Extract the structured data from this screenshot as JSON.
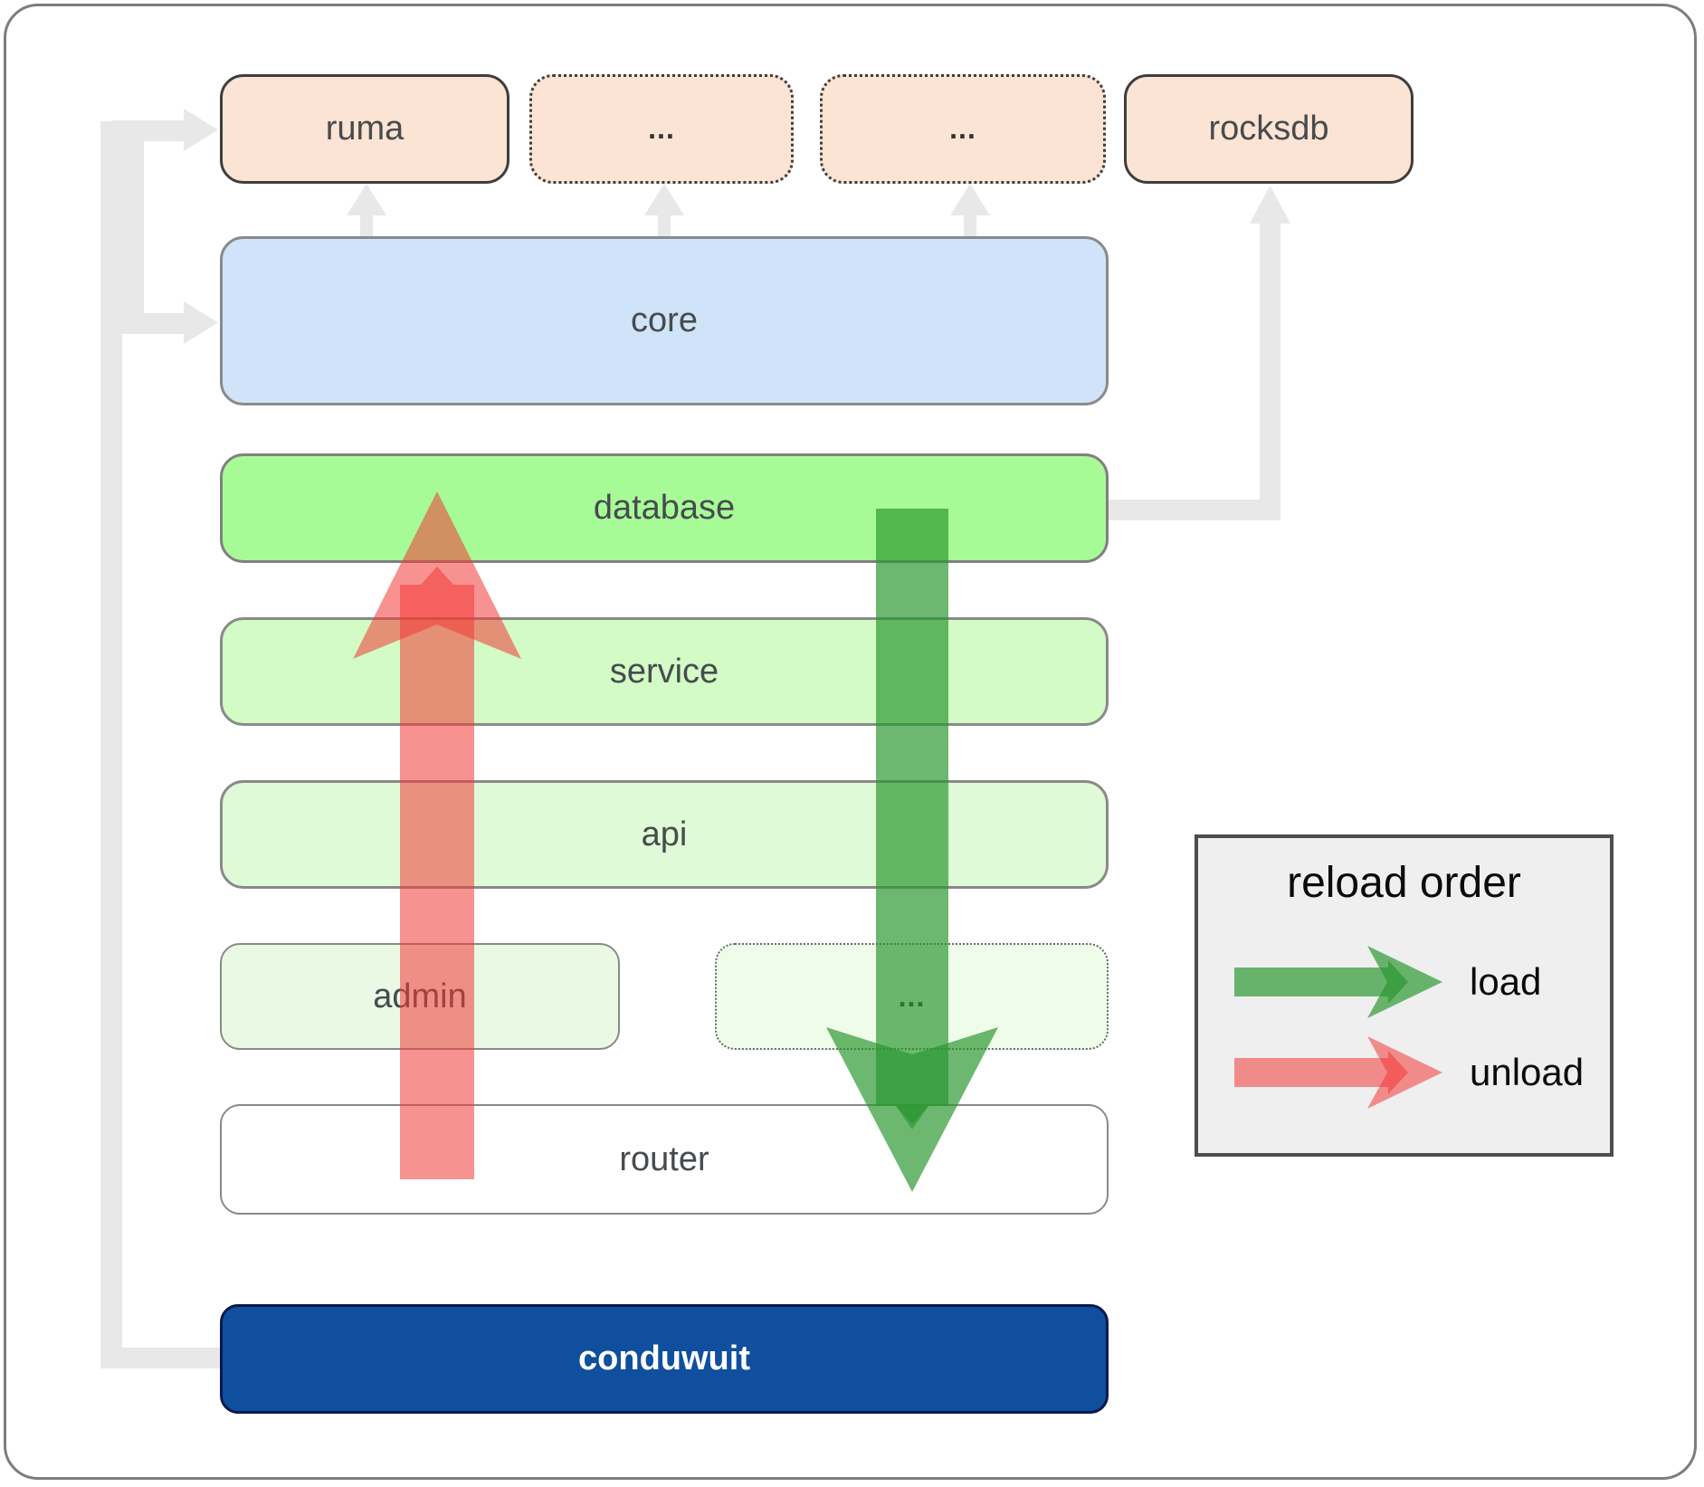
{
  "diagram_title": "conduwuit architecture reload order diagram",
  "nodes": {
    "ruma": {
      "label": "ruma"
    },
    "ellipsis_top_1": {
      "label": "..."
    },
    "ellipsis_top_2": {
      "label": "..."
    },
    "rocksdb": {
      "label": "rocksdb"
    },
    "core": {
      "label": "core"
    },
    "database": {
      "label": "database"
    },
    "service": {
      "label": "service"
    },
    "api": {
      "label": "api"
    },
    "admin": {
      "label": "admin"
    },
    "ellipsis_mid": {
      "label": "..."
    },
    "router": {
      "label": "router"
    },
    "conduwuit": {
      "label": "conduwuit"
    }
  },
  "legend": {
    "title": "reload order",
    "items": [
      {
        "label": "load",
        "color": "#28962d",
        "direction": "database-to-router"
      },
      {
        "label": "unload",
        "color": "#f23837",
        "direction": "router-to-database"
      }
    ]
  },
  "colors": {
    "peach_node_fill": "#fbe4d3",
    "core_fill": "#cfe4f8",
    "database_fill": "#a7fb97",
    "service_fill": "#d2fbc5",
    "api_fill": "#dffad6",
    "admin_fill": "#e9f9e4",
    "router_fill": "#ffffff",
    "conduwuit_fill": "#0f4f9d",
    "connector_gray": "#e8e8e8",
    "load_green": "#28962d",
    "unload_red": "#f23837",
    "legend_bg": "#efefef"
  }
}
